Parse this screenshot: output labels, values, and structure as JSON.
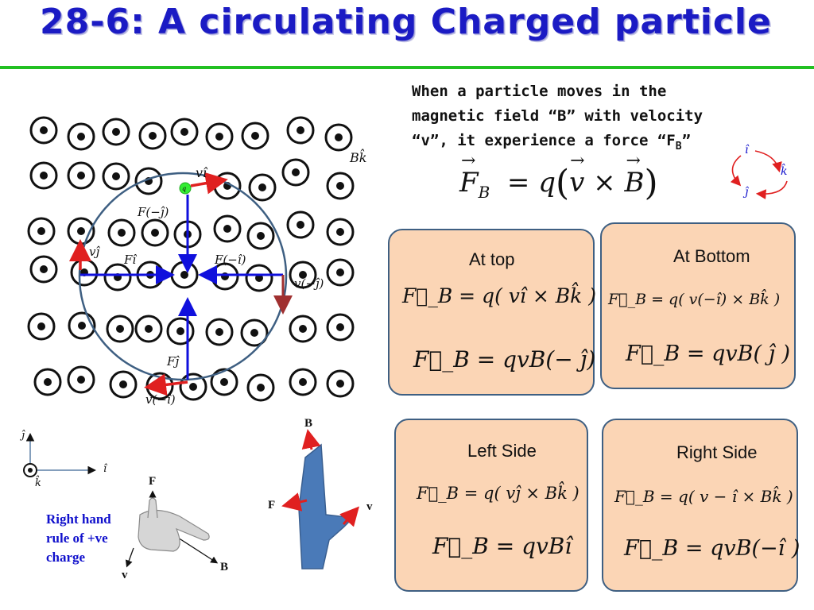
{
  "title": "28-6: A circulating Charged particle",
  "description": {
    "line1": "When a particle moves in the",
    "line2": "magnetic field “B” with velocity",
    "line3_pre": "“v”, it experience a force “F",
    "line3_sub": "B",
    "line3_post": "”"
  },
  "main_equation": "F⃗_B = q(v⃗ × B⃗)",
  "field_label": "Bk̂",
  "particle_label": "q",
  "diagram_labels": {
    "top_velocity": "vî",
    "top_force": "F(−ĵ)",
    "left_velocity": "vĵ",
    "left_force": "Fî",
    "right_force": "F(−î)",
    "right_velocity": "v(−ĵ)",
    "bottom_force": "Fĵ",
    "bottom_velocity": "v(−î)"
  },
  "unit_triangle": {
    "i": "î",
    "j": "ĵ",
    "k": "k̂"
  },
  "axes_small": {
    "j": "ĵ",
    "i": "î",
    "k": "k̂"
  },
  "hand": {
    "F": "F",
    "v": "v",
    "B": "B",
    "caption1": "Right hand",
    "caption2": "rule of +ve",
    "caption3": "charge"
  },
  "shape_labels": {
    "B": "B",
    "F": "F",
    "v": "v"
  },
  "boxes": {
    "top": {
      "head": "At top",
      "eq1": "F⃗_B = q( vî × Bk̂ )",
      "eq2": "F⃗_B = qvB(− ĵ)"
    },
    "bottom": {
      "head": "At Bottom",
      "eq1": "F⃗_B = q( v(−î) × Bk̂ )",
      "eq2": "F⃗_B = qvB( ĵ )"
    },
    "left": {
      "head": "Left Side",
      "eq1": "F⃗_B = q( vĵ × Bk̂ )",
      "eq2": "F⃗_B = qvBî"
    },
    "right": {
      "head": "Right Side",
      "eq1": "F⃗_B = q( v − î × Bk̂ )",
      "eq2": "F⃗_B = qvB(−î )"
    }
  },
  "colors": {
    "title": "#1b1bc4",
    "rule": "#22c022",
    "box_fill": "#fbd5b5",
    "box_border": "#3e5f82",
    "velocity_arrow": "#e02020",
    "force_arrow": "#1010dd",
    "circle": "#3e5f82",
    "shape_fill": "#4a7ab8",
    "particle": "#33ee33"
  }
}
